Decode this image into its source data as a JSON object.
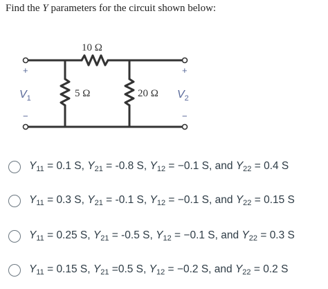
{
  "question": {
    "prefix": "Find the ",
    "var": "Y",
    "suffix": " parameters for the circuit shown below:"
  },
  "circuit": {
    "r_top": "10 Ω",
    "r_left": "5 Ω",
    "r_right": "20 Ω",
    "v1_main": "V",
    "v1_sub": "1",
    "v2_main": "V",
    "v2_sub": "2",
    "plus": "+",
    "minus": "−"
  },
  "options": [
    {
      "y11": "0.1 S",
      "y21": "-0.8 S",
      "y12": "−0.1 S",
      "y22": "0.4 S",
      "sep1": " = ",
      "sep2": ", ",
      "sep3": " = ",
      "sep4": ", ",
      "sep5": " = ",
      "sep6": ", and ",
      "sep7": " = "
    },
    {
      "y11": "0.3 S",
      "y21": "-0.1 S",
      "y12": "−0.1 S",
      "y22": "0.15 S",
      "sep1": " = ",
      "sep2": ", ",
      "sep3": " = ",
      "sep4": ", ",
      "sep5": " = ",
      "sep6": ", and ",
      "sep7": " = "
    },
    {
      "y11": "0.25 S",
      "y21": "-0.5 S",
      "y12": "−0.1 S",
      "y22": "0.3 S",
      "sep1": " = ",
      "sep2": ", ",
      "sep3": " = ",
      "sep4": ", ",
      "sep5": " = ",
      "sep6": ", and ",
      "sep7": " = "
    },
    {
      "y11": "0.15 S",
      "y21": "0.5 S",
      "y12": "−0.2 S",
      "y22": "0.2 S",
      "sep1": " = ",
      "sep2": ", ",
      "sep3": " =",
      "sep4": ", ",
      "sep5": " = ",
      "sep6": ", and ",
      "sep7": " = "
    }
  ],
  "labels": {
    "y": "Y",
    "s11": "11",
    "s21": "21",
    "s12": "12",
    "s22": "22"
  }
}
